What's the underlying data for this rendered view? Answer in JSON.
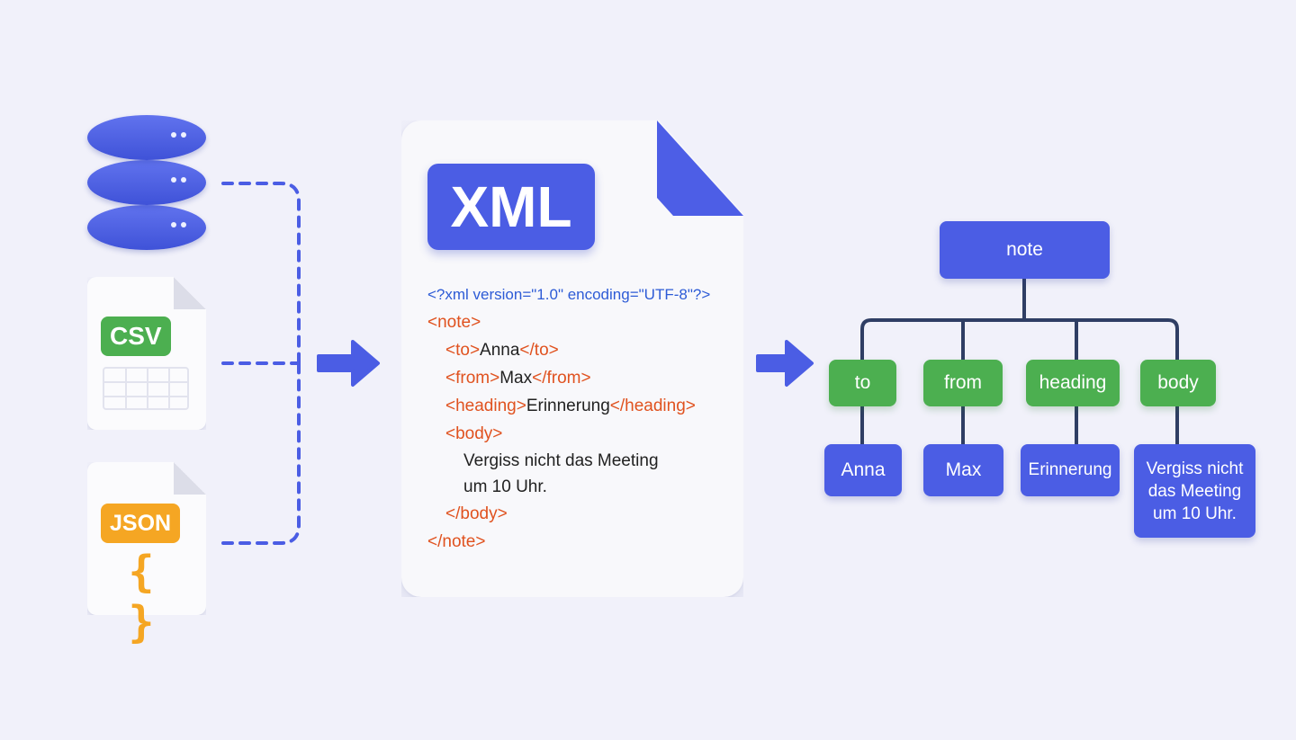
{
  "sources": {
    "database_icon": "database-icon",
    "csv": {
      "label": "CSV",
      "icon": "table-grid-icon"
    },
    "json": {
      "label": "JSON",
      "icon": "curly-braces-icon",
      "glyph": "{ }"
    }
  },
  "document": {
    "badge": "XML",
    "lines": [
      {
        "kind": "decl",
        "text": "<?xml version=\"1.0\" encoding=\"UTF-8\"?>"
      },
      {
        "kind": "tag",
        "indent": 0,
        "text": "<note>"
      },
      {
        "kind": "elem",
        "indent": 1,
        "open": "<to>",
        "value": "Anna",
        "close": "</to>"
      },
      {
        "kind": "elem",
        "indent": 1,
        "open": "<from>",
        "value": "Max",
        "close": "</from>"
      },
      {
        "kind": "elem",
        "indent": 1,
        "open": "<heading>",
        "value": "Erinnerung",
        "close": "</heading>"
      },
      {
        "kind": "tag",
        "indent": 1,
        "text": "<body>"
      },
      {
        "kind": "text",
        "indent": 2,
        "text": "Vergiss nicht das Meeting"
      },
      {
        "kind": "text",
        "indent": 2,
        "text": "um 10 Uhr."
      },
      {
        "kind": "tag",
        "indent": 1,
        "text": "</body>"
      },
      {
        "kind": "tag",
        "indent": 0,
        "text": "</note>"
      }
    ]
  },
  "tree": {
    "root": "note",
    "children": [
      {
        "name": "to",
        "value": "Anna"
      },
      {
        "name": "from",
        "value": "Max"
      },
      {
        "name": "heading",
        "value": "Erinnerung"
      },
      {
        "name": "body",
        "value_lines": [
          "Vergiss nicht",
          "das Meeting",
          "um 10 Uhr."
        ]
      }
    ]
  },
  "colors": {
    "blue": "#4b5de4",
    "green": "#4caf50",
    "orange": "#f5a623",
    "tag": "#e0521f",
    "declaration": "#2d5bd6",
    "connector": "#2f3e64",
    "background": "#f1f1fa"
  }
}
